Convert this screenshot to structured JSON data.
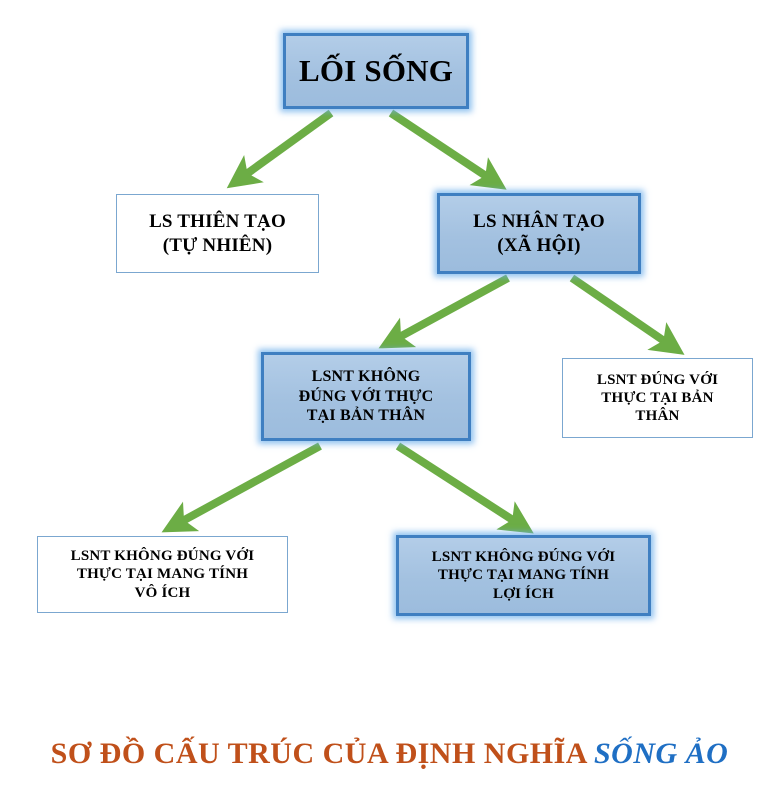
{
  "diagram": {
    "title_caption": {
      "main_text": "SƠ ĐỒ CẤU TRÚC CỦA ĐỊNH NGHĨA",
      "accent_text": "SỐNG ẢO",
      "main_color": "#c0501a",
      "accent_color": "#1f6fc4"
    },
    "colors": {
      "arrow": "#6cad45",
      "filled_box_fill": "#a3c1e0",
      "filled_box_border": "#3f7fc1",
      "outline_box_border": "#7ba7d0",
      "background": "#ffffff",
      "text": "#000000"
    },
    "nodes": [
      {
        "id": "loi-song",
        "label": "LỐI SỐNG",
        "style": "filled",
        "level": 1
      },
      {
        "id": "ls-thien-tao",
        "label": "LS THIÊN TẠO\n(TỰ NHIÊN)",
        "style": "outline",
        "level": 2
      },
      {
        "id": "ls-nhan-tao",
        "label": "LS NHÂN TẠO\n(XÃ HỘI)",
        "style": "filled",
        "level": 2
      },
      {
        "id": "lsnt-khong-dung",
        "label": "LSNT KHÔNG\nĐÚNG VỚI THỰC\nTẠI BẢN THÂN",
        "style": "filled",
        "level": 3
      },
      {
        "id": "lsnt-dung",
        "label": "LSNT ĐÚNG VỚI\nTHỰC TẠI BẢN\nTHÂN",
        "style": "outline",
        "level": 3
      },
      {
        "id": "lsnt-vo-ich",
        "label": "LSNT KHÔNG ĐÚNG VỚI\nTHỰC TẠI MANG TÍNH\nVÔ ÍCH",
        "style": "outline",
        "level": 4
      },
      {
        "id": "lsnt-loi-ich",
        "label": "LSNT KHÔNG ĐÚNG VỚI\nTHỰC TẠI MANG TÍNH\nLỢI ÍCH",
        "style": "filled",
        "level": 4
      }
    ],
    "edges": [
      {
        "from": "loi-song",
        "to": "ls-thien-tao"
      },
      {
        "from": "loi-song",
        "to": "ls-nhan-tao"
      },
      {
        "from": "ls-nhan-tao",
        "to": "lsnt-khong-dung"
      },
      {
        "from": "ls-nhan-tao",
        "to": "lsnt-dung"
      },
      {
        "from": "lsnt-khong-dung",
        "to": "lsnt-vo-ich"
      },
      {
        "from": "lsnt-khong-dung",
        "to": "lsnt-loi-ich"
      }
    ]
  }
}
